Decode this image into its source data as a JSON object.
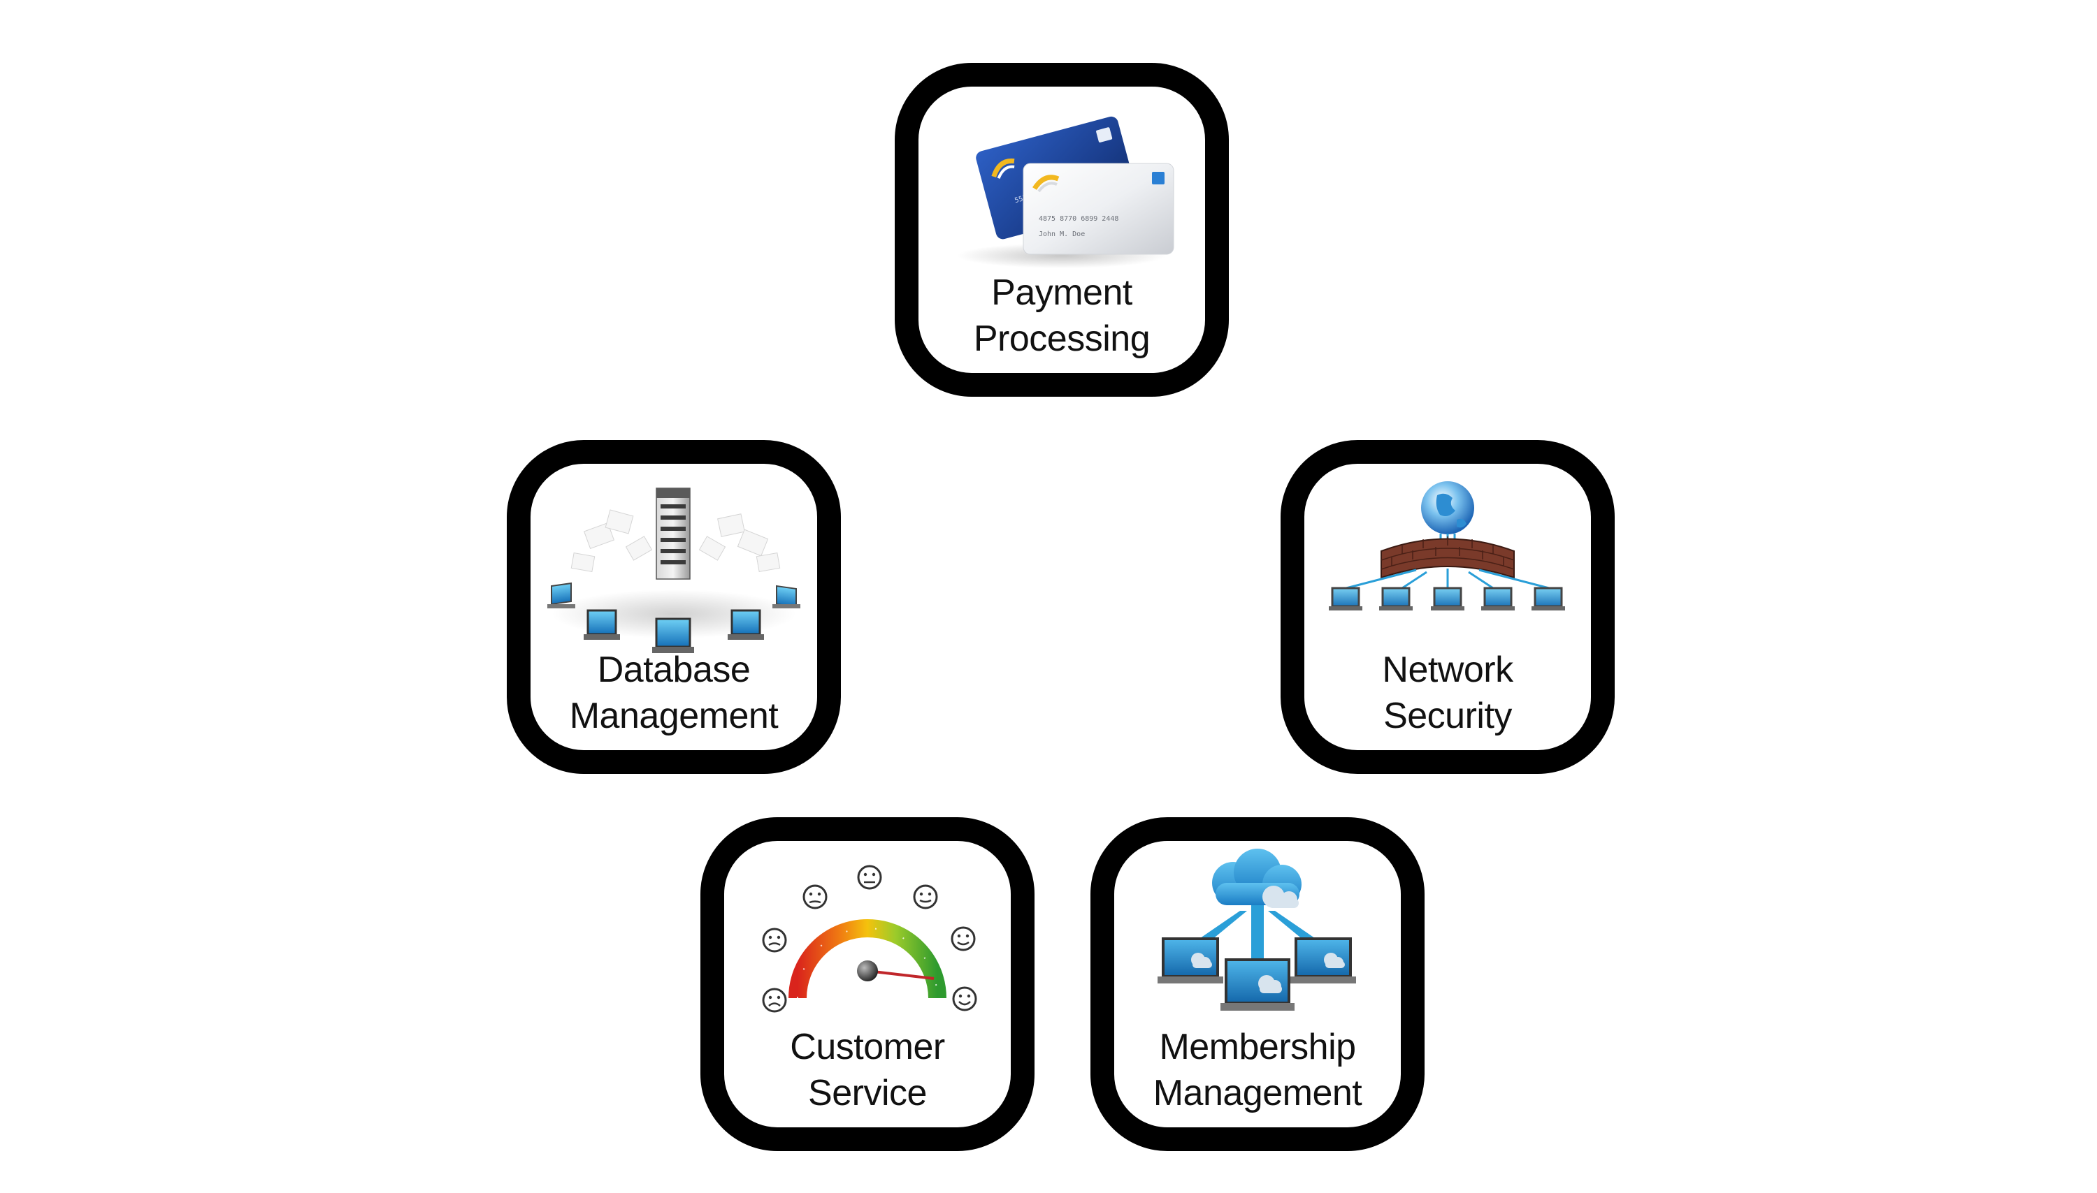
{
  "cards": {
    "payment": {
      "line1": "Payment",
      "line2": "Processing",
      "icon": "credit-cards-icon",
      "card_front_number": "4875 8770 6899 2448",
      "card_front_name": "John M. Doe",
      "card_back_number": "5575"
    },
    "database": {
      "line1": "Database",
      "line2": "Management",
      "icon": "database-server-icon"
    },
    "network": {
      "line1": "Network",
      "line2": "Security",
      "icon": "firewall-network-icon"
    },
    "customer": {
      "line1": "Customer",
      "line2": "Service",
      "icon": "satisfaction-gauge-icon"
    },
    "membership": {
      "line1": "Membership",
      "line2": "Management",
      "icon": "cloud-network-icon"
    }
  },
  "colors": {
    "border": "#000000",
    "background": "#ffffff",
    "card_blue": "#1f4fa8",
    "accent_blue": "#2a9fd8",
    "brick": "#7a3a2a",
    "gauge_red": "#d9241c",
    "gauge_yellow": "#f4c20d",
    "gauge_green": "#2e9a2e"
  }
}
